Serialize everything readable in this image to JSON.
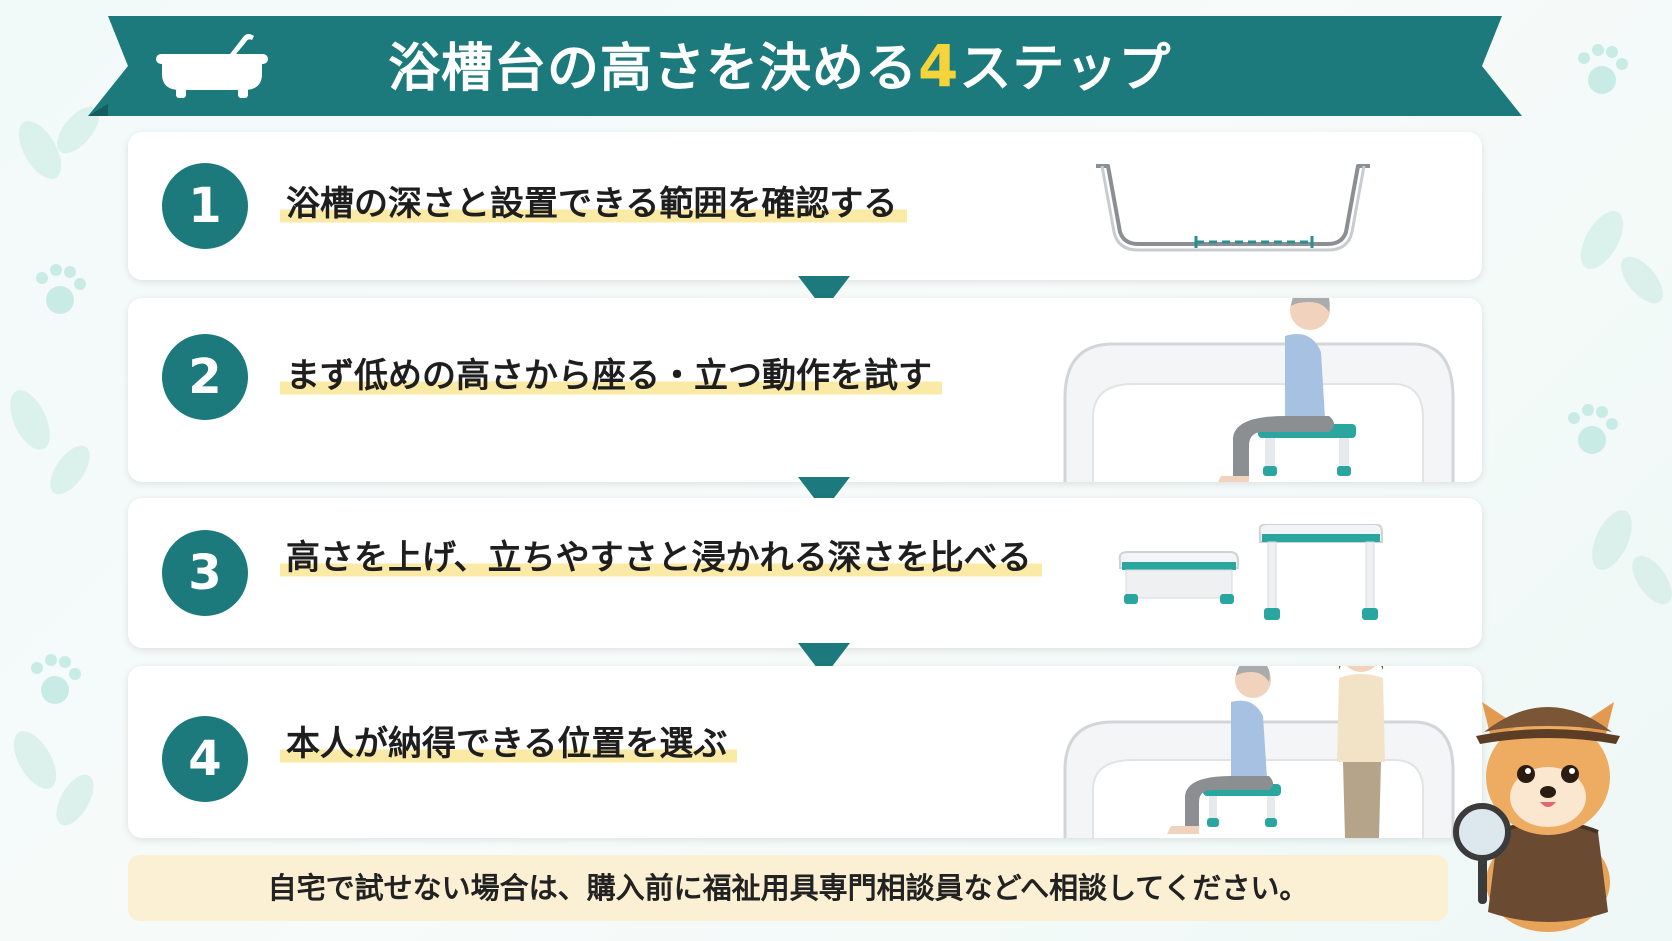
{
  "header": {
    "title_prefix": "浴槽台の高さを決める",
    "title_number": "4",
    "title_suffix": "ステップ",
    "icon": "bathtub-icon"
  },
  "steps": [
    {
      "number": "1",
      "text": "浴槽の深さと設置できる範囲を確認する"
    },
    {
      "number": "2",
      "text": "まず低めの高さから座る・立つ動作を試す"
    },
    {
      "number": "3",
      "text": "高さを上げ、立ちやすさと浸かれる深さを比べる"
    },
    {
      "number": "4",
      "text": "本人が納得できる位置を選ぶ"
    }
  ],
  "note": "自宅で試せない場合は、購入前に福祉用具専門相談員などへ相談してください。",
  "colors": {
    "teal": "#1c7a7c",
    "accent_yellow": "#f5d33a",
    "highlight": "#fbeaa5",
    "note_bg": "#fbf0d4"
  },
  "icons": [
    "bathtub-icon",
    "arrow-down-icon",
    "paw-icon",
    "leaf-icon",
    "detective-dog-mascot"
  ]
}
